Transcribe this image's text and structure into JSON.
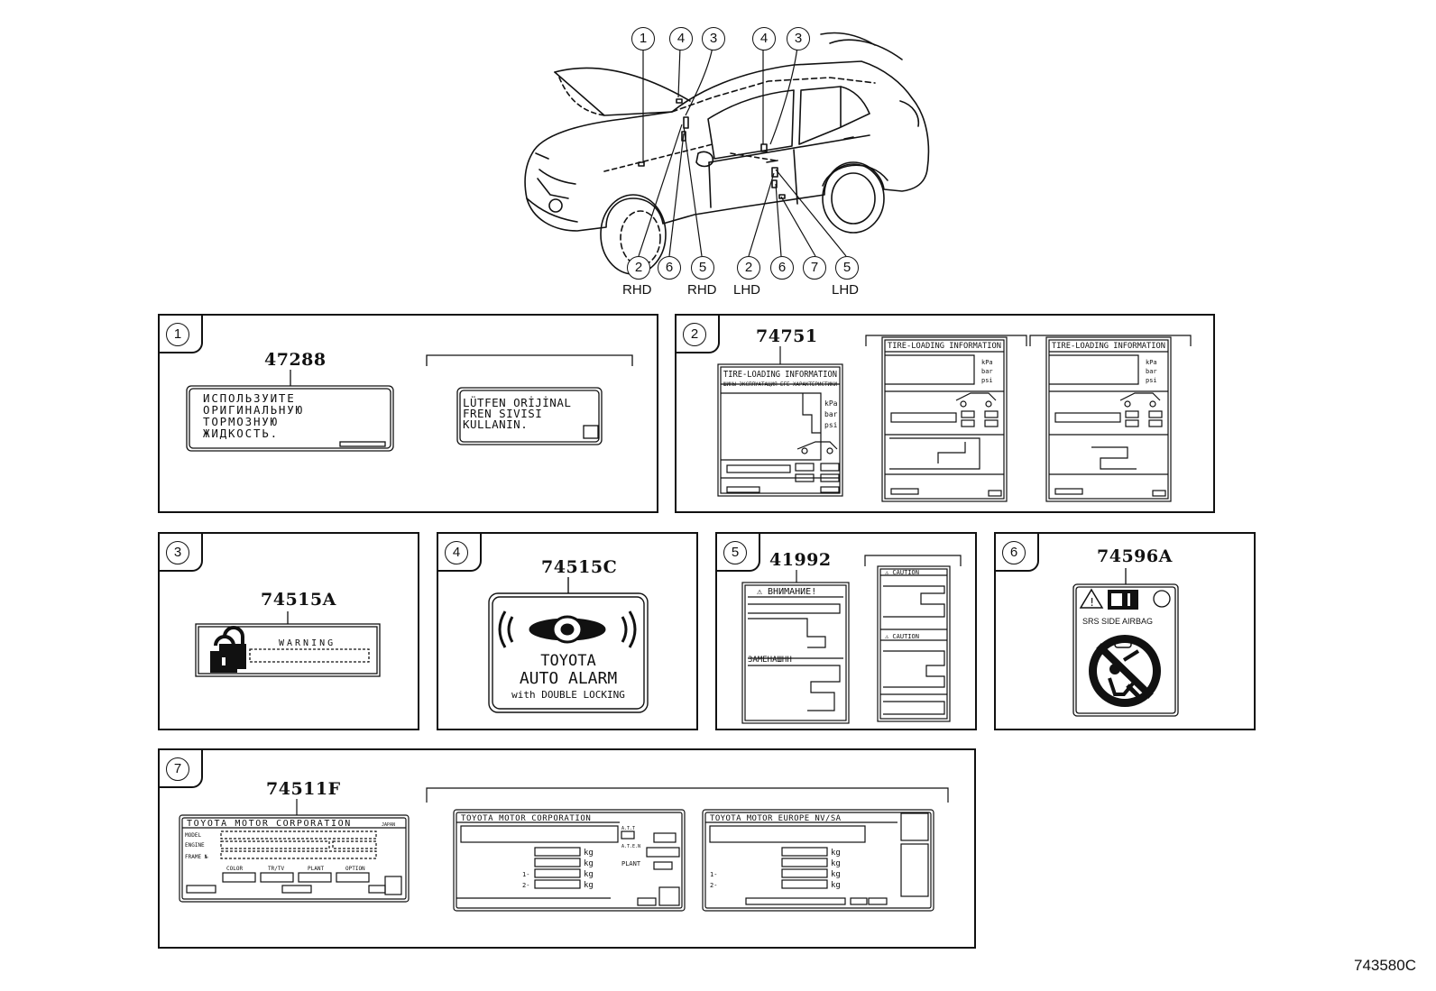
{
  "car": {
    "callouts_top": [
      "1",
      "4",
      "3",
      "4",
      "3"
    ],
    "callouts_bottom": [
      "2",
      "6",
      "5",
      "2",
      "6",
      "7",
      "5"
    ],
    "side_labels": [
      "RHD",
      "RHD",
      "LHD",
      "LHD"
    ]
  },
  "panels": [
    {
      "number": "1",
      "part_no": "47288",
      "labels": [
        {
          "lines": [
            "ИСПОЛЬЗУИТЕ",
            "ОРИГИНАЛЬНУЮ",
            "ТОРМОЗНУЮ",
            "ЖИДКОСТЬ."
          ]
        },
        {
          "lines": [
            "LÜTFEN ORİJİNAL",
            "FREN SIVISI",
            "KULLANIN."
          ]
        }
      ]
    },
    {
      "number": "2",
      "part_no": "74751",
      "label_title": "TIRE-LOADING INFORMATION",
      "label_subtitle": "ШИНЫ ЭКСПЛУАТАЦИЯ-ЕГЕ ХАРАКТЕРИСТИКИ",
      "units": [
        "kPa",
        "bar",
        "psi"
      ]
    },
    {
      "number": "3",
      "part_no": "74515A",
      "label_text": "WARNING"
    },
    {
      "number": "4",
      "part_no": "74515C",
      "label_lines": [
        "TOYOTA",
        "AUTO ALARM",
        "with DOUBLE LOCKING"
      ]
    },
    {
      "number": "5",
      "part_no": "41992",
      "label_heading": "⚠ ВНИМАНИЕ!",
      "label_subheading": "ЗАМЕНАШНН",
      "alt_heading": "⚠ CAUTION"
    },
    {
      "number": "6",
      "part_no": "74596A",
      "label_text": "SRS  SIDE  AIRBAG"
    },
    {
      "number": "7",
      "part_no": "74511F",
      "labels": [
        {
          "title": "TOYOTA MOTOR CORPORATION",
          "tag": "JAPAN",
          "rows": [
            "MODEL",
            "ENGINE",
            "FRAME №"
          ],
          "columns": [
            "COLOR",
            "TR/TV",
            "PLANT",
            "OPTION"
          ]
        },
        {
          "title": "TOYOTA MOTOR CORPORATION",
          "side_text": [
            "A.T.T",
            "A.T.E.N",
            "PLANT"
          ],
          "unit": "kg",
          "axles": [
            "1-",
            "2-"
          ]
        },
        {
          "title": "TOYOTA   MOTOR   EUROPE   NV/SA",
          "unit": "kg",
          "axles": [
            "1-",
            "2-"
          ]
        }
      ]
    }
  ],
  "catalog_code": "743580C"
}
